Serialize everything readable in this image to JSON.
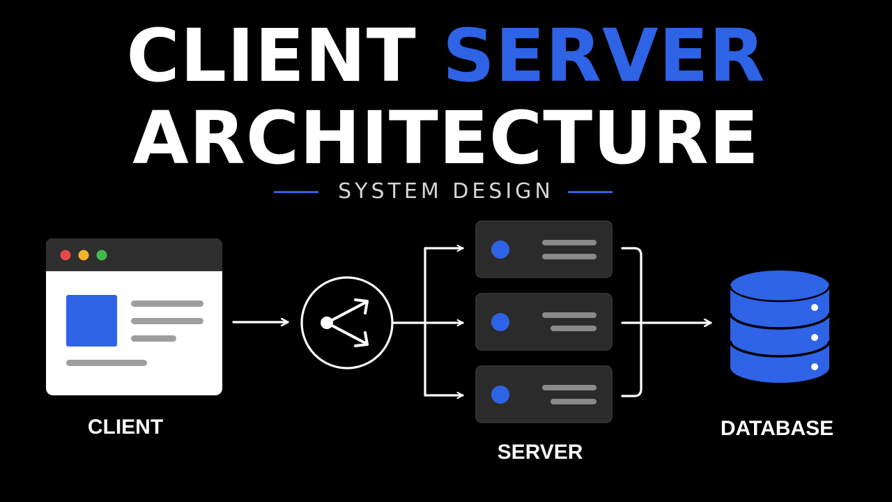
{
  "title": {
    "part1": "CLIENT",
    "part2": "SERVER",
    "line2": "ARCHITECTURE"
  },
  "subtitle": "SYSTEM DESIGN",
  "nodes": {
    "client": "CLIENT",
    "server": "SERVER",
    "database": "DATABASE"
  },
  "colors": {
    "accent": "#2f63e6",
    "background": "#000000",
    "server_box": "#2b2b2b",
    "window_bar": "#2e2e2e",
    "traffic_red": "#e5484d",
    "traffic_yellow": "#f0b429",
    "traffic_green": "#3fb950"
  },
  "icons": {
    "client": "browser-window-icon",
    "balancer": "load-balancer-icon",
    "server": "server-rack-icon",
    "database": "database-cylinder-icon"
  }
}
